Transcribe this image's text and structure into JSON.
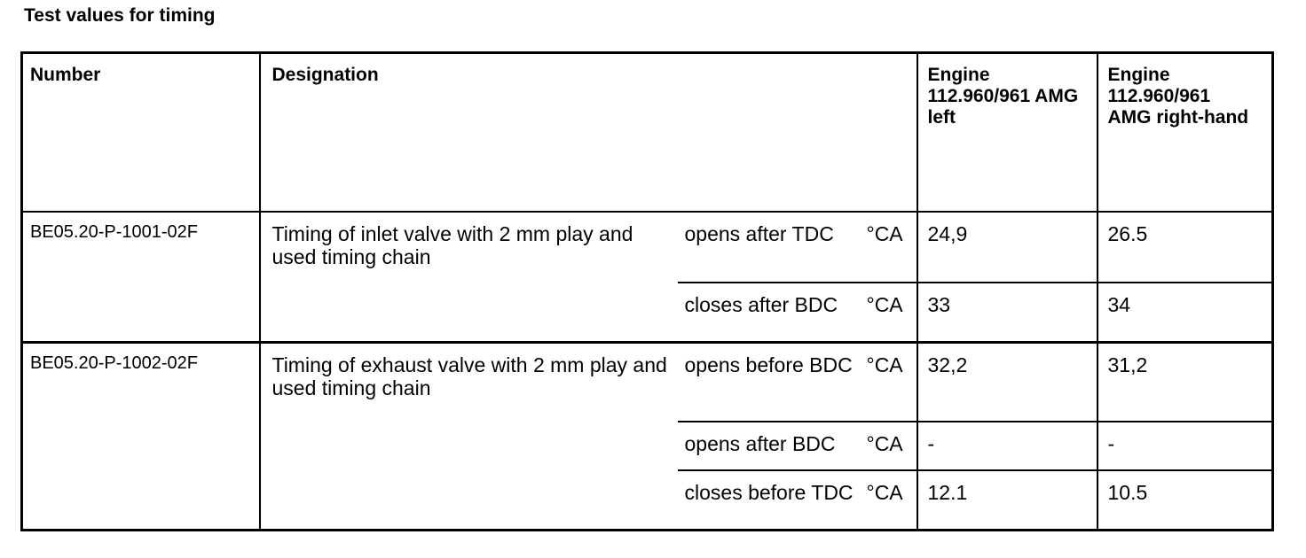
{
  "page_title": "Test values for timing",
  "table": {
    "headers": {
      "number": "Number",
      "designation": "Designation",
      "engine_left": "Engine\n112.960/961 AMG\nleft",
      "engine_right": "Engine\n112.960/961\nAMG right-hand"
    },
    "rows": [
      {
        "number": "BE05.20-P-1001-02F",
        "designation": "Timing of inlet valve with 2 mm play and used timing chain",
        "subrows": [
          {
            "condition": "opens after TDC",
            "unit": "°CA",
            "engine_left": "24,9",
            "engine_right": "26.5"
          },
          {
            "condition": "closes after BDC",
            "unit": "°CA",
            "engine_left": "33",
            "engine_right": "34"
          }
        ]
      },
      {
        "number": "BE05.20-P-1002-02F",
        "designation": "Timing of exhaust valve with 2 mm play and used timing chain",
        "subrows": [
          {
            "condition": "opens before BDC",
            "unit": "°CA",
            "engine_left": "32,2",
            "engine_right": "31,2"
          },
          {
            "condition": "opens after BDC",
            "unit": "°CA",
            "engine_left": "-",
            "engine_right": "-"
          },
          {
            "condition": "closes before TDC",
            "unit": "°CA",
            "engine_left": "12.1",
            "engine_right": "10.5"
          }
        ]
      }
    ]
  }
}
